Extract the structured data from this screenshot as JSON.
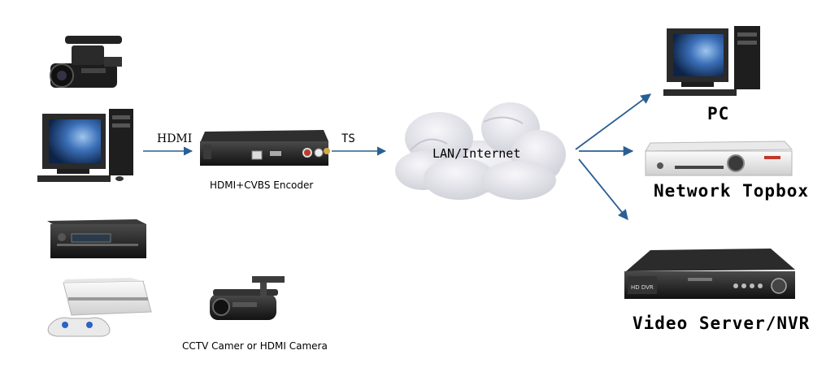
{
  "labels": {
    "hdmi": "HDMI",
    "ts": "TS",
    "cloud": "LAN/Internet",
    "encoder": "HDMI+CVBS Encoder",
    "camera": "CCTV Camer or HDMI Camera",
    "pc": "PC",
    "topbox": "Network Topbox",
    "nvr": "Video Server/NVR"
  },
  "device_text": {
    "topbox_brand": "",
    "nvr_badge": "HD DVR"
  },
  "colors": {
    "arrow": "#2a5f93",
    "device_dark": "#1c1c1c",
    "device_light": "#ececec",
    "cloud_fill": "#e4e4ea",
    "screen_blue": "#2e5fa8"
  }
}
